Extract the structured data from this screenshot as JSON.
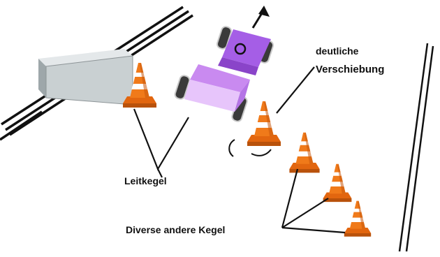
{
  "labels": {
    "displacement_line1": "deutliche",
    "displacement_line2": "Verschiebung",
    "guide_cone": "Leitkegel",
    "other_cones": "Diverse andere Kegel"
  },
  "colors": {
    "cone_orange": "#f07a1a",
    "cone_dark": "#c8580c",
    "car_body": "#c98af0",
    "car_top": "#a55ee6",
    "barrier": "#c9d0d2",
    "lines": "#111111"
  }
}
